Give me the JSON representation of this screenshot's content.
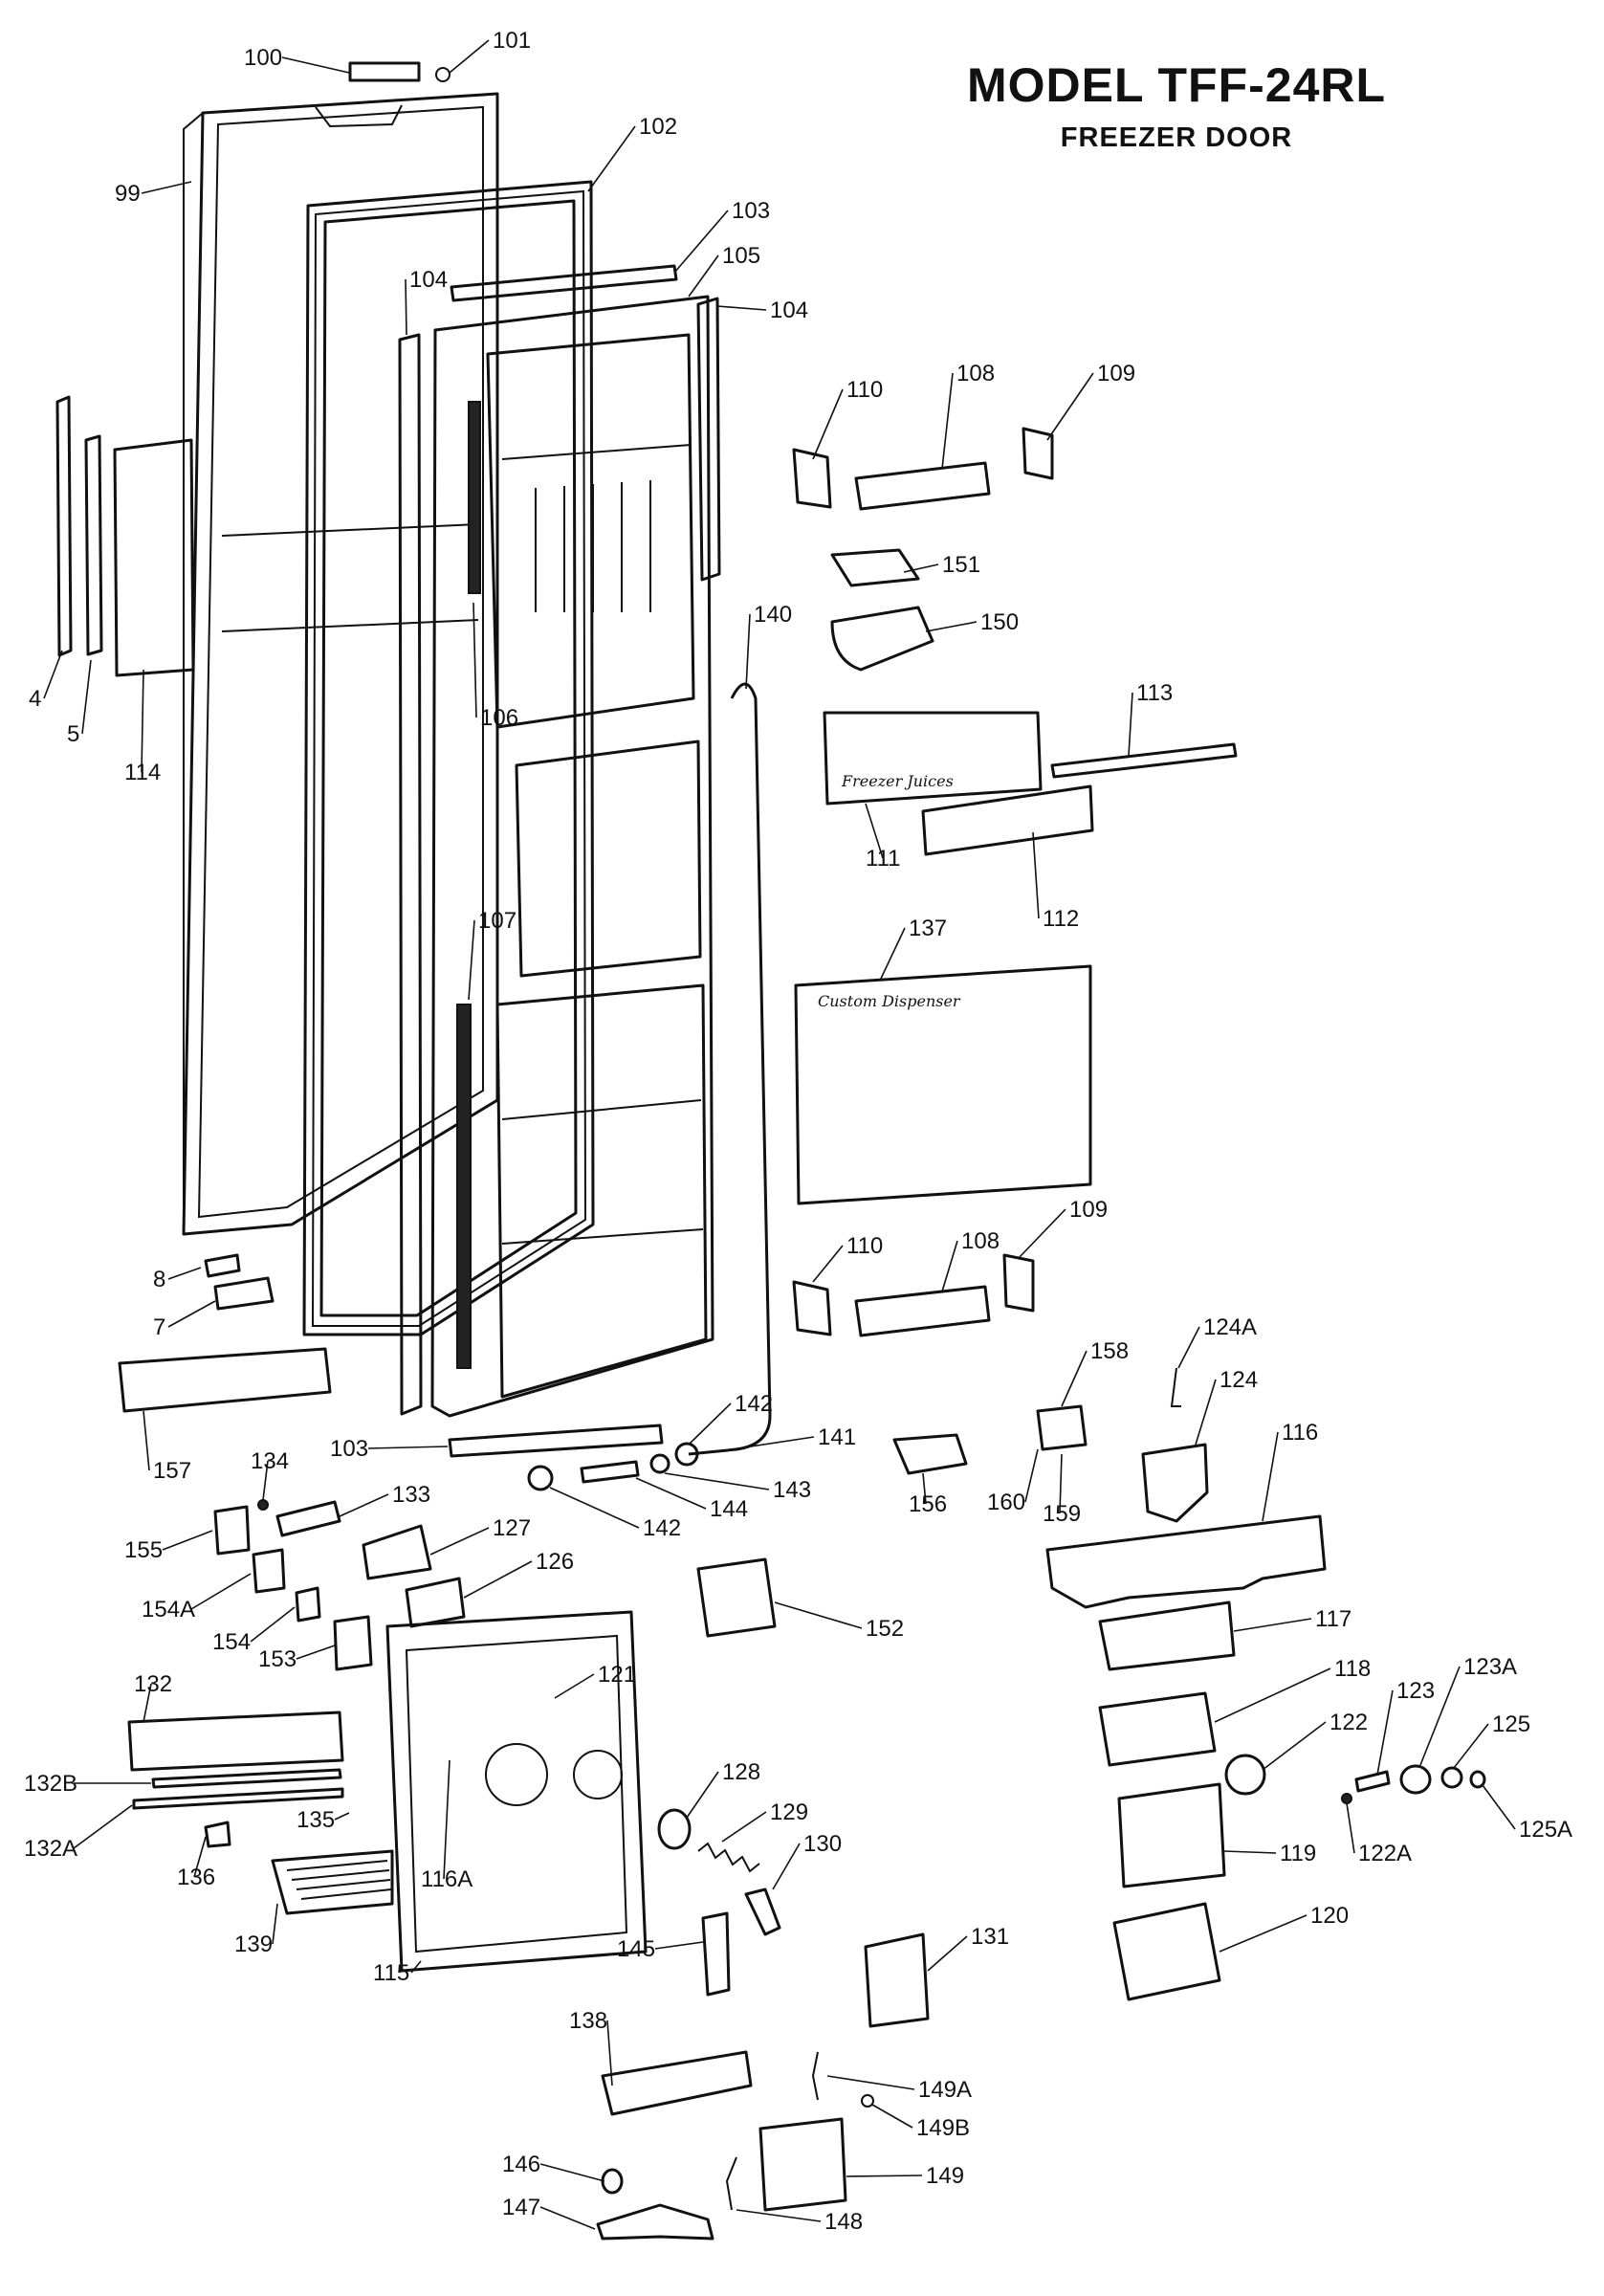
{
  "title": "MODEL TFF-24RL",
  "subtitle": "FREEZER DOOR",
  "callouts": [
    {
      "id": "100",
      "label": "100"
    },
    {
      "id": "101",
      "label": "101"
    },
    {
      "id": "99",
      "label": "99"
    },
    {
      "id": "102",
      "label": "102"
    },
    {
      "id": "103a",
      "label": "103"
    },
    {
      "id": "105",
      "label": "105"
    },
    {
      "id": "104a",
      "label": "104"
    },
    {
      "id": "104b",
      "label": "104"
    },
    {
      "id": "110a",
      "label": "110"
    },
    {
      "id": "108a",
      "label": "108"
    },
    {
      "id": "109a",
      "label": "109"
    },
    {
      "id": "151",
      "label": "151"
    },
    {
      "id": "150",
      "label": "150"
    },
    {
      "id": "140",
      "label": "140"
    },
    {
      "id": "113",
      "label": "113"
    },
    {
      "id": "111",
      "label": "111"
    },
    {
      "id": "112",
      "label": "112"
    },
    {
      "id": "4",
      "label": "4"
    },
    {
      "id": "5",
      "label": "5"
    },
    {
      "id": "114",
      "label": "114"
    },
    {
      "id": "106",
      "label": "106"
    },
    {
      "id": "107",
      "label": "107"
    },
    {
      "id": "137",
      "label": "137"
    },
    {
      "id": "110b",
      "label": "110"
    },
    {
      "id": "108b",
      "label": "108"
    },
    {
      "id": "109b",
      "label": "109"
    },
    {
      "id": "8",
      "label": "8"
    },
    {
      "id": "7",
      "label": "7"
    },
    {
      "id": "157",
      "label": "157"
    },
    {
      "id": "103b",
      "label": "103"
    },
    {
      "id": "142a",
      "label": "142"
    },
    {
      "id": "141",
      "label": "141"
    },
    {
      "id": "143",
      "label": "143"
    },
    {
      "id": "144",
      "label": "144"
    },
    {
      "id": "142b",
      "label": "142"
    },
    {
      "id": "124A",
      "label": "124A"
    },
    {
      "id": "158",
      "label": "158"
    },
    {
      "id": "124",
      "label": "124"
    },
    {
      "id": "116",
      "label": "116"
    },
    {
      "id": "156",
      "label": "156"
    },
    {
      "id": "160",
      "label": "160"
    },
    {
      "id": "159",
      "label": "159"
    },
    {
      "id": "134",
      "label": "134"
    },
    {
      "id": "133",
      "label": "133"
    },
    {
      "id": "127",
      "label": "127"
    },
    {
      "id": "155",
      "label": "155"
    },
    {
      "id": "126",
      "label": "126"
    },
    {
      "id": "154A",
      "label": "154A"
    },
    {
      "id": "154",
      "label": "154"
    },
    {
      "id": "152",
      "label": "152"
    },
    {
      "id": "153",
      "label": "153"
    },
    {
      "id": "117",
      "label": "117"
    },
    {
      "id": "132",
      "label": "132"
    },
    {
      "id": "121",
      "label": "121"
    },
    {
      "id": "118",
      "label": "118"
    },
    {
      "id": "123A",
      "label": "123A"
    },
    {
      "id": "123",
      "label": "123"
    },
    {
      "id": "122",
      "label": "122"
    },
    {
      "id": "125",
      "label": "125"
    },
    {
      "id": "132B",
      "label": "132B"
    },
    {
      "id": "128",
      "label": "128"
    },
    {
      "id": "129",
      "label": "129"
    },
    {
      "id": "122A",
      "label": "122A"
    },
    {
      "id": "125A",
      "label": "125A"
    },
    {
      "id": "132A",
      "label": "132A"
    },
    {
      "id": "135",
      "label": "135"
    },
    {
      "id": "130",
      "label": "130"
    },
    {
      "id": "116A",
      "label": "116A"
    },
    {
      "id": "136",
      "label": "136"
    },
    {
      "id": "119",
      "label": "119"
    },
    {
      "id": "139",
      "label": "139"
    },
    {
      "id": "115",
      "label": "115"
    },
    {
      "id": "120",
      "label": "120"
    },
    {
      "id": "145",
      "label": "145"
    },
    {
      "id": "131",
      "label": "131"
    },
    {
      "id": "138",
      "label": "138"
    },
    {
      "id": "149A",
      "label": "149A"
    },
    {
      "id": "149B",
      "label": "149B"
    },
    {
      "id": "146",
      "label": "146"
    },
    {
      "id": "149",
      "label": "149"
    },
    {
      "id": "147",
      "label": "147"
    },
    {
      "id": "148",
      "label": "148"
    }
  ],
  "embossed_text": {
    "panel_111": "Freezer Juices",
    "panel_137": "Custom Dispenser"
  }
}
